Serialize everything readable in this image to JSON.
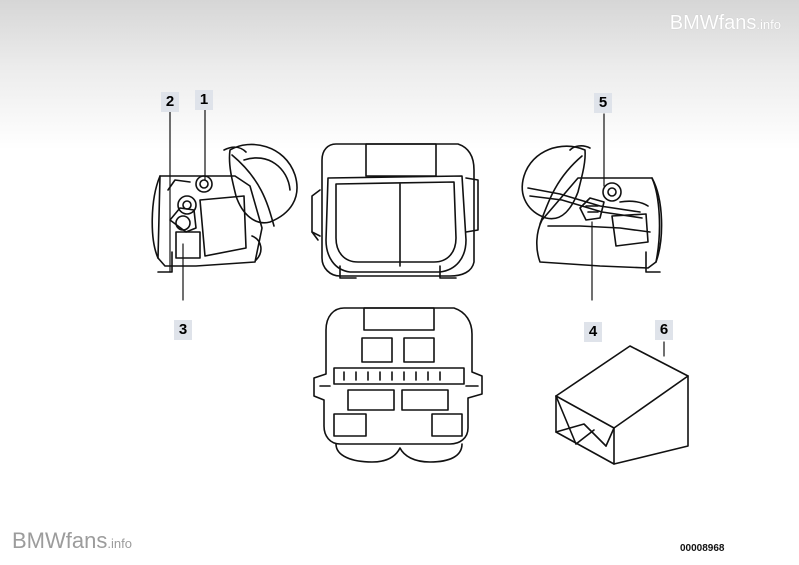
{
  "watermark_top": {
    "brand": "BMWfans",
    "suffix": ".info"
  },
  "watermark_bottom": {
    "brand": "BMWfans",
    "suffix": ".info"
  },
  "diagram_code": "00008968",
  "labels": [
    "1",
    "2",
    "3",
    "4",
    "5",
    "6"
  ]
}
